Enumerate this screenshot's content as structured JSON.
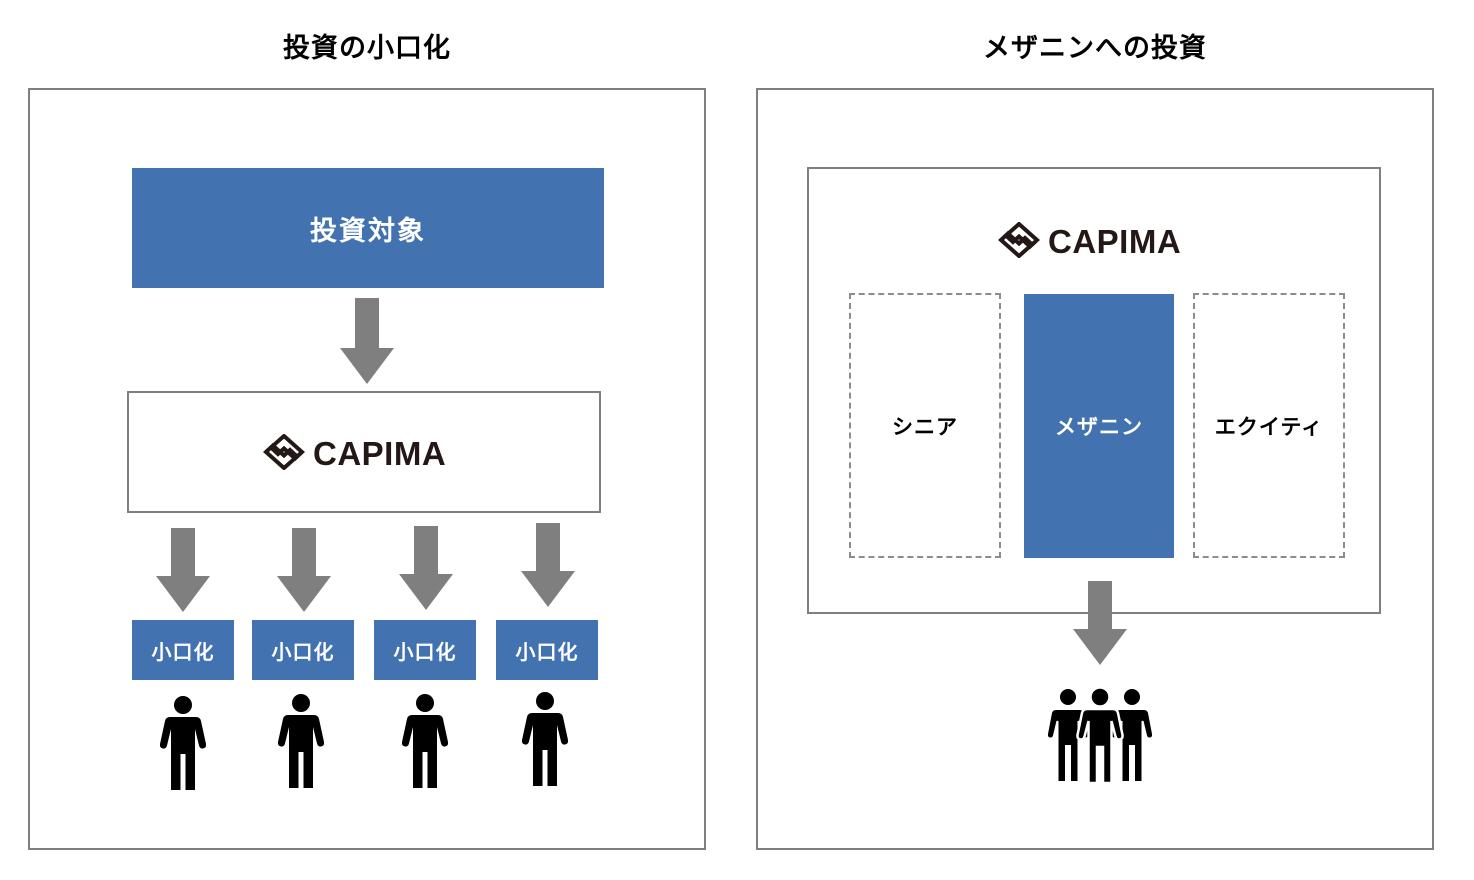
{
  "colors": {
    "accent_blue": "#4273b0",
    "border_gray": "#7f7f7f",
    "arrow_gray": "#7f7f7f",
    "logo_dark": "#231815"
  },
  "left_panel": {
    "title": "投資の小口化",
    "target_label": "投資対象",
    "logo": {
      "icon": "capima-logo-icon",
      "text": "CAPIMA"
    },
    "fractions": [
      {
        "label": "小口化",
        "icon": "person-icon"
      },
      {
        "label": "小口化",
        "icon": "person-icon"
      },
      {
        "label": "小口化",
        "icon": "person-icon"
      },
      {
        "label": "小口化",
        "icon": "person-icon"
      }
    ]
  },
  "right_panel": {
    "title": "メザニンへの投資",
    "logo": {
      "icon": "capima-logo-icon",
      "text": "CAPIMA"
    },
    "tranches": [
      {
        "label": "シニア",
        "highlighted": false
      },
      {
        "label": "メザニン",
        "highlighted": true
      },
      {
        "label": "エクイティ",
        "highlighted": false
      }
    ],
    "investors_icon": "group-of-people-icon"
  }
}
